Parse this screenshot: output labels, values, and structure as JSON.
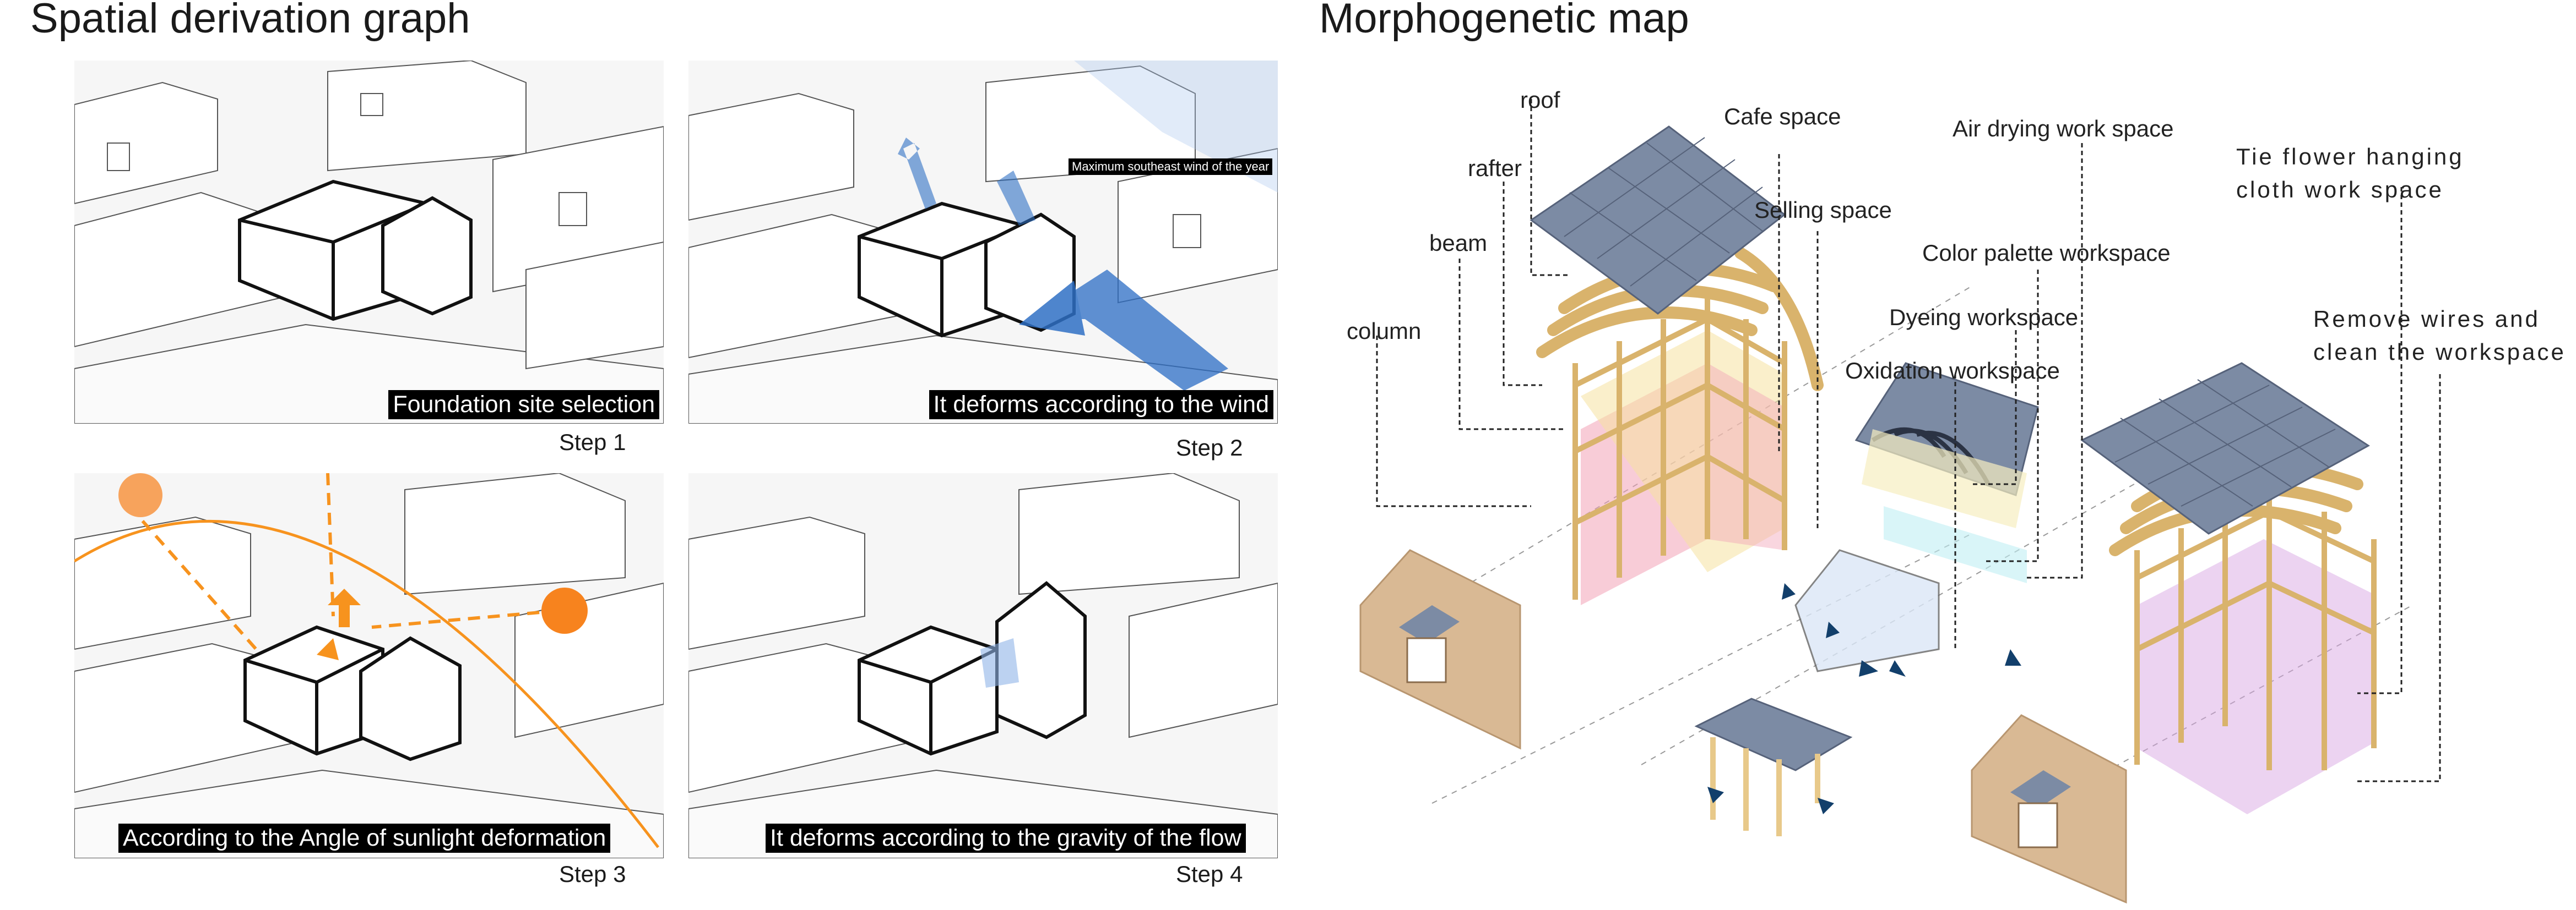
{
  "left_title": "Spatial derivation graph",
  "right_title": "Morphogenetic map",
  "panels": [
    {
      "caption": "Foundation site selection",
      "step": "Step 1"
    },
    {
      "caption": "It deforms according to the wind",
      "step": "Step 2",
      "annotation": "Maximum southeast wind of the year"
    },
    {
      "caption": "According to the Angle of sunlight deformation",
      "step": "Step 3"
    },
    {
      "caption": "It deforms according to the gravity of the flow",
      "step": "Step 4"
    }
  ],
  "map_labels": {
    "roof": "roof",
    "rafter": "rafter",
    "beam": "beam",
    "column": "column",
    "cafe": "Cafe space",
    "selling": "Selling space",
    "air_drying": "Air drying work space",
    "color_palette": "Color palette workspace",
    "dyeing": "Dyeing workspace",
    "oxidation": "Oxidation workspace",
    "tie_flower_1": "Tie flower hanging",
    "tie_flower_2": "cloth work space",
    "remove_wires_1": "Remove wires and",
    "remove_wires_2": "clean the workspace"
  },
  "colors": {
    "sun": "#f7931e",
    "sun_pale": "#fbd9b5",
    "wind": "#2f6fc4",
    "roof": "#7c8ba4",
    "timber": "#e8c98a",
    "wall": "#d9b994",
    "pink_zone": "#f2a3b7",
    "violet_zone": "#d9a8e4",
    "cyan_zone": "#bfeff3",
    "arrow": "#123f6b"
  }
}
